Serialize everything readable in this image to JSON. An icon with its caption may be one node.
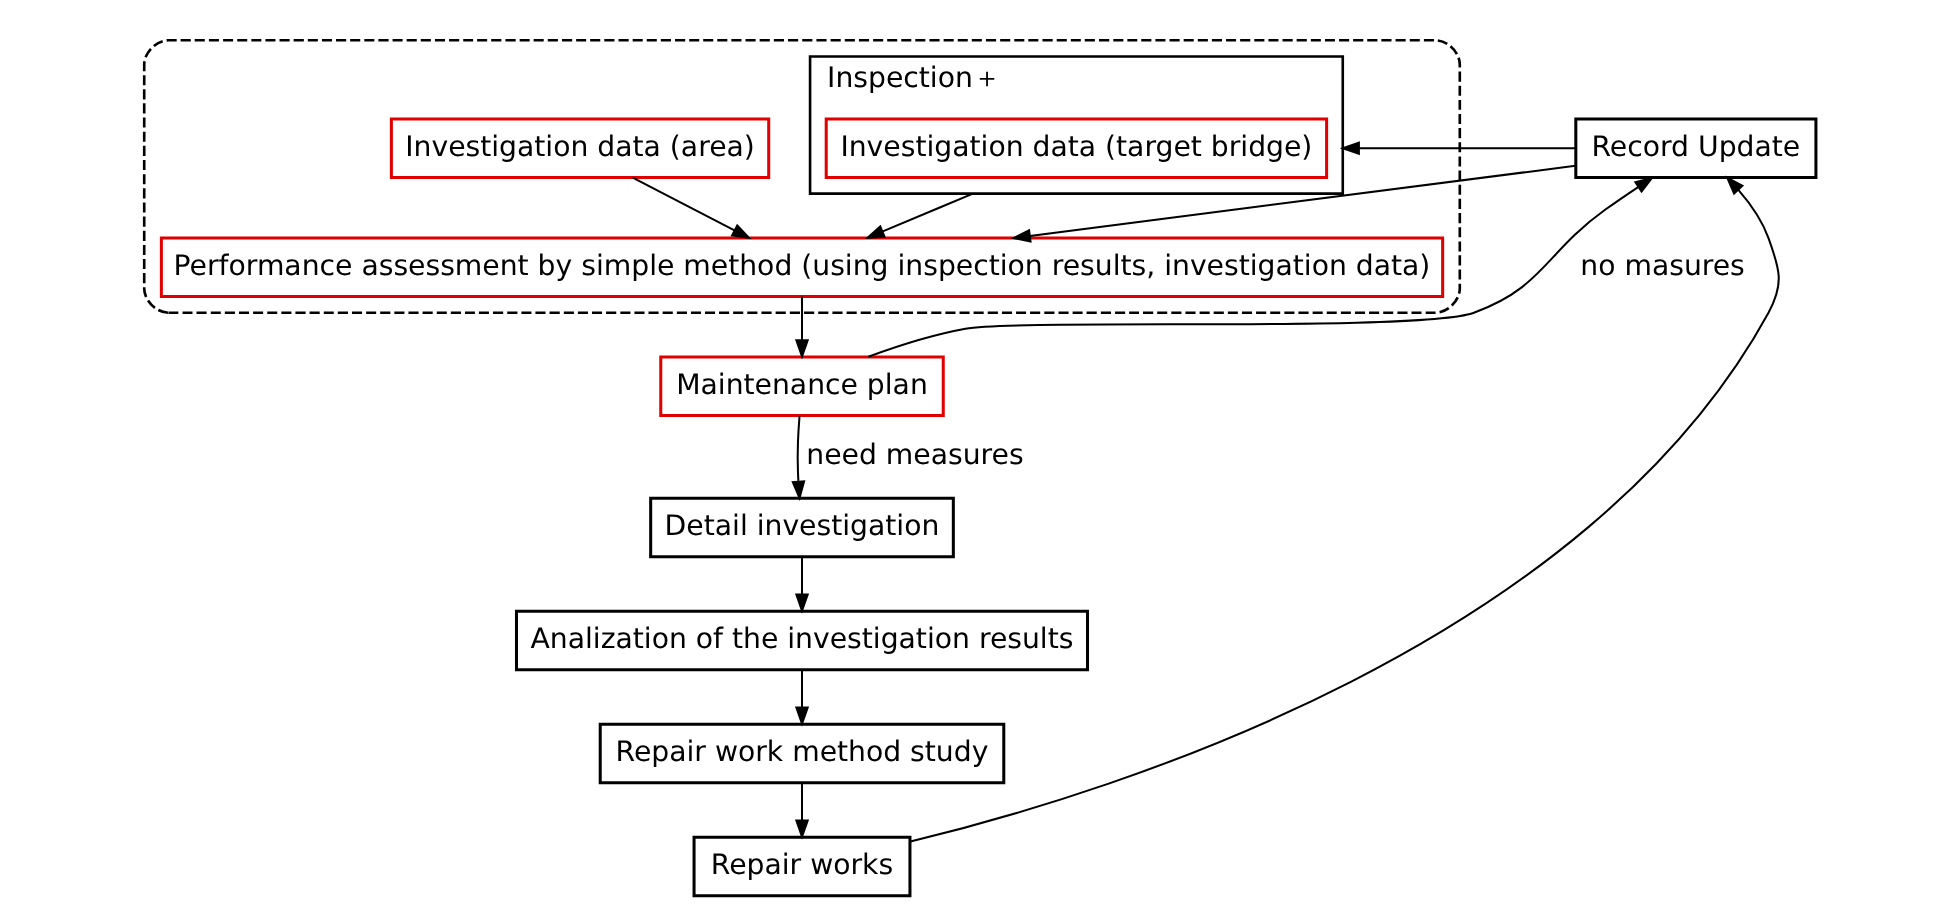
{
  "diagram": {
    "nodes": [
      {
        "text": [],
        "shape": "box"
      },
      {
        "text": [
          "Inspection＋"
        ],
        "in": 0
      },
      {
        "text": [
          "Investigation data (target bridge)"
        ],
        "in": 1
      },
      {
        "text": [
          "Investigation data (area)"
        ],
        "in": 0
      },
      {
        "text": [
          "Performance assessment by simple method (using inspection results, investigation data)"
        ],
        "in": 0
      },
      {
        "text": [
          "Record Update"
        ]
      },
      {
        "text": [
          "Maintenance plan"
        ]
      },
      {
        "text": [
          "Detail investigation"
        ]
      },
      {
        "text": [
          "Analization of the investigation results"
        ]
      },
      {
        "text": [
          "Repair work method study"
        ]
      },
      {
        "text": [
          "Repair works"
        ]
      }
    ],
    "edges": [
      {
        "from": 5,
        "to": 1,
        "arrow": "to"
      },
      {
        "from": 5,
        "to": 4,
        "arrow": "to"
      },
      {
        "from": 1,
        "to": 4,
        "arrow": "to"
      },
      {
        "from": 3,
        "to": 4,
        "arrow": "to"
      },
      {
        "from": 4,
        "to": 6,
        "arrow": "to"
      },
      {
        "from": 6,
        "to": 5,
        "arrow": "to",
        "label": "no masures"
      },
      {
        "from": 6,
        "to": 7,
        "arrow": "to",
        "label": "need measures"
      },
      {
        "from": 7,
        "to": 8,
        "arrow": "to"
      },
      {
        "from": 8,
        "to": 9,
        "arrow": "to"
      },
      {
        "from": 9,
        "to": 10,
        "arrow": "to"
      },
      {
        "from": 10,
        "to": 5,
        "arrow": "to"
      }
    ]
  }
}
